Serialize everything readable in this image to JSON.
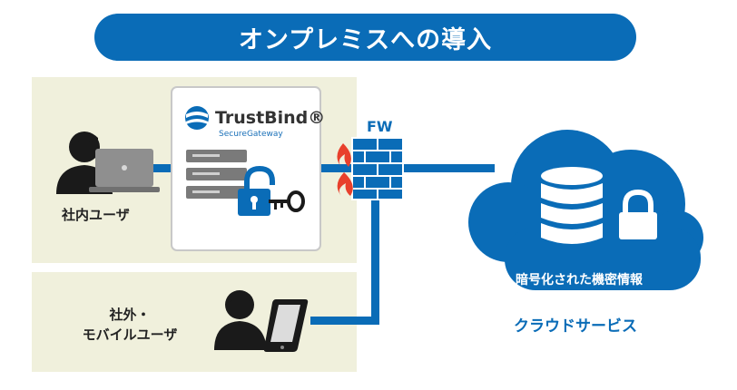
{
  "title": "オンプレミスへの導入",
  "internal_user_label": "社内ユーザ",
  "external_user_label_line1": "社外・",
  "external_user_label_line2": "モバイルユーザ",
  "product": {
    "name": "TrustBind®",
    "subtitle": "SecureGateway"
  },
  "firewall_label": "FW",
  "cloud": {
    "caption": "暗号化された機密情報",
    "name": "クラウドサービス"
  },
  "colors": {
    "brand_blue": "#0a6cb7",
    "panel_beige": "#f0f0dc",
    "firewall_flame": "#e8402c",
    "server_gray": "#7a7a7a"
  },
  "icons": [
    "person-laptop-icon",
    "server-rack-icon",
    "padlock-key-icon",
    "firewall-brick-icon",
    "flame-icon",
    "cloud-icon",
    "database-icon",
    "lock-icon",
    "person-tablet-icon"
  ]
}
